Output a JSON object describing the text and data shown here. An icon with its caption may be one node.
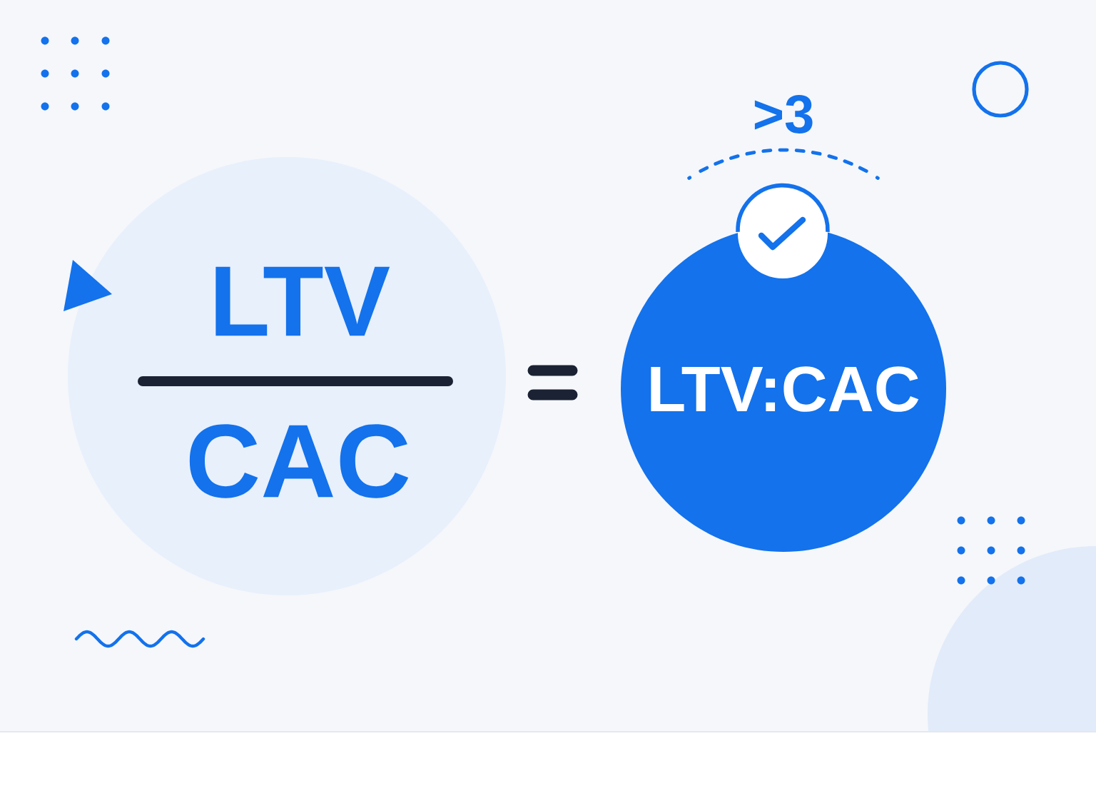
{
  "diagram": {
    "nodes": [
      {
        "text": [
          "LTV",
          "CAC"
        ]
      },
      {
        "text": [
          "LTV:CAC"
        ]
      }
    ],
    "labels": [
      ">3"
    ]
  }
}
